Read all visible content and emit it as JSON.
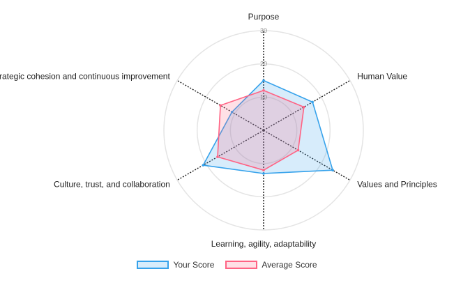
{
  "chart_data": {
    "type": "radar",
    "axes": [
      "Purpose",
      "Human Value",
      "Values and Principles",
      "Learning, agility, adaptability",
      "Culture, trust, and collaboration",
      "Strategic cohesion and continuous improvement"
    ],
    "ticks": [
      10,
      20,
      30
    ],
    "rmax": 30,
    "grid": true,
    "legend_position": "bottom",
    "series": [
      {
        "name": "Your Score",
        "values": [
          15,
          17,
          24,
          13,
          21,
          11
        ],
        "stroke": "#36a2eb",
        "fill": "rgba(54,162,235,0.2)"
      },
      {
        "name": "Average Score",
        "values": [
          12,
          14,
          12,
          12,
          16,
          15
        ],
        "stroke": "#ff6384",
        "fill": "rgba(255,99,132,0.2)"
      }
    ]
  }
}
